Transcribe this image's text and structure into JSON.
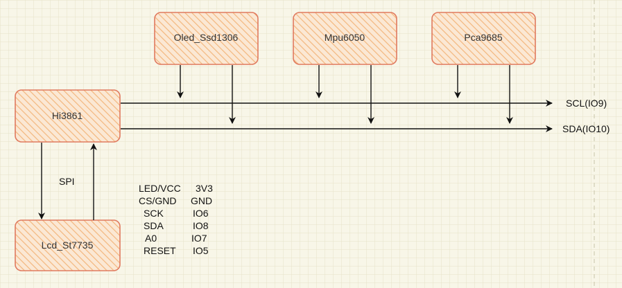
{
  "nodes": {
    "oled": "Oled_Ssd1306",
    "mpu": "Mpu6050",
    "pca": "Pca9685",
    "hi": "Hi3861",
    "lcd": "Lcd_St7735"
  },
  "buses": {
    "scl": "SCL(IO9)",
    "sda": "SDA(IO10)"
  },
  "spi_label": "SPI",
  "pin_table": [
    {
      "name": "LED/VCC",
      "value": "3V3"
    },
    {
      "name": "CS/GND",
      "value": "GND"
    },
    {
      "name": "SCK",
      "value": "IO6"
    },
    {
      "name": "SDA",
      "value": "IO8"
    },
    {
      "name": "A0",
      "value": "IO7"
    },
    {
      "name": "RESET",
      "value": "IO5"
    }
  ],
  "colors": {
    "node_stroke": "#e07a5f",
    "node_hatch": "#f2b278",
    "node_fill": "#fbe6d0",
    "background": "#f8f6e8",
    "grid": "#e6e2c8",
    "line": "#111111"
  }
}
